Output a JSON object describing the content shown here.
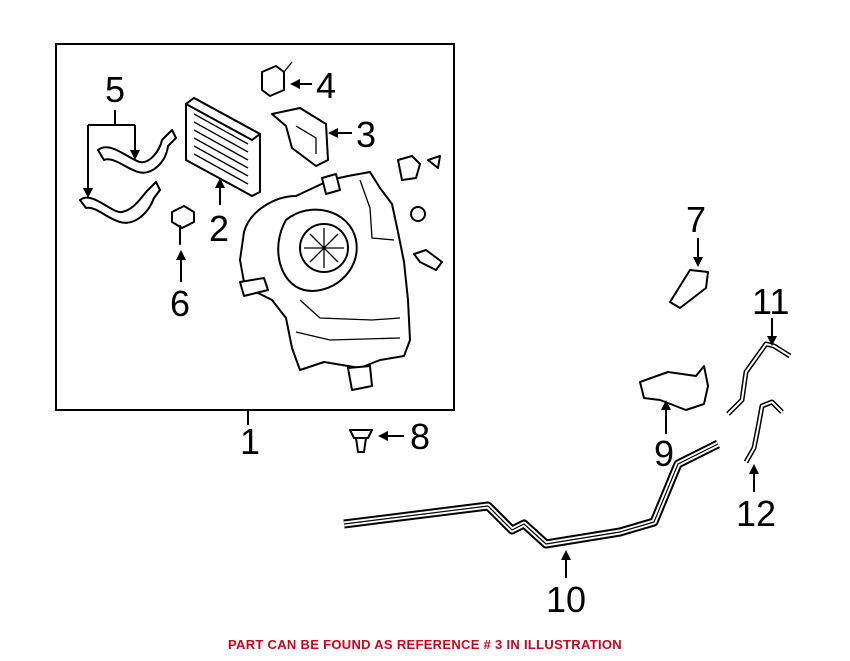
{
  "callouts": {
    "c1": "1",
    "c2": "2",
    "c3": "3",
    "c4": "4",
    "c5": "5",
    "c6": "6",
    "c7": "7",
    "c8": "8",
    "c9": "9",
    "c10": "10",
    "c11": "11",
    "c12": "12"
  },
  "footnote": {
    "text": "PART CAN BE FOUND AS REFERENCE # 3 IN ILLUSTRATION",
    "color": "#d0021b"
  },
  "colors": {
    "line": "#000000",
    "background": "#ffffff"
  }
}
